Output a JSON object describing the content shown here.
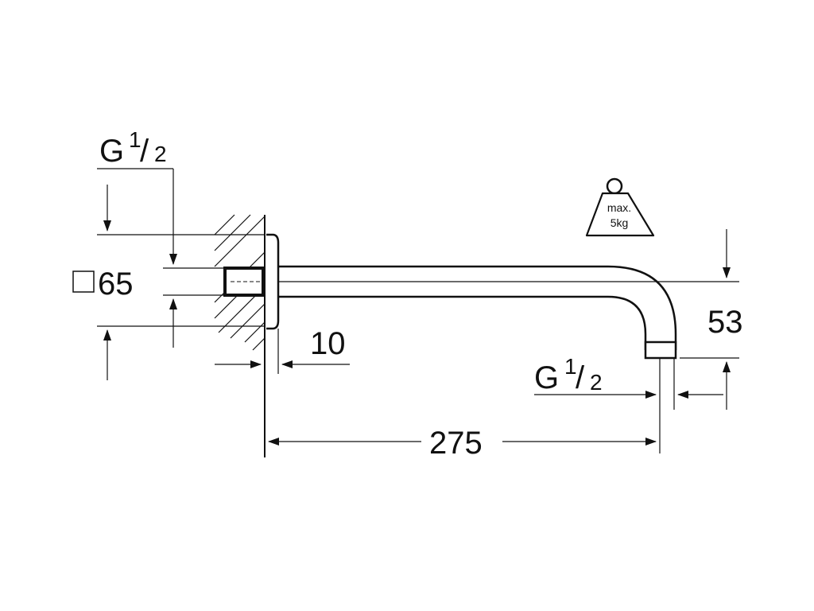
{
  "dimensions": {
    "thread_left": {
      "letter": "G",
      "num": "1",
      "den": "2"
    },
    "square_size": "65",
    "flange_depth": "10",
    "arm_length": "275",
    "drop_height": "53",
    "thread_right": {
      "letter": "G",
      "num": "1",
      "den": "2"
    }
  },
  "load_label": {
    "line1": "max.",
    "line2": "5kg"
  },
  "colors": {
    "line": "#111111",
    "background": "#ffffff"
  }
}
